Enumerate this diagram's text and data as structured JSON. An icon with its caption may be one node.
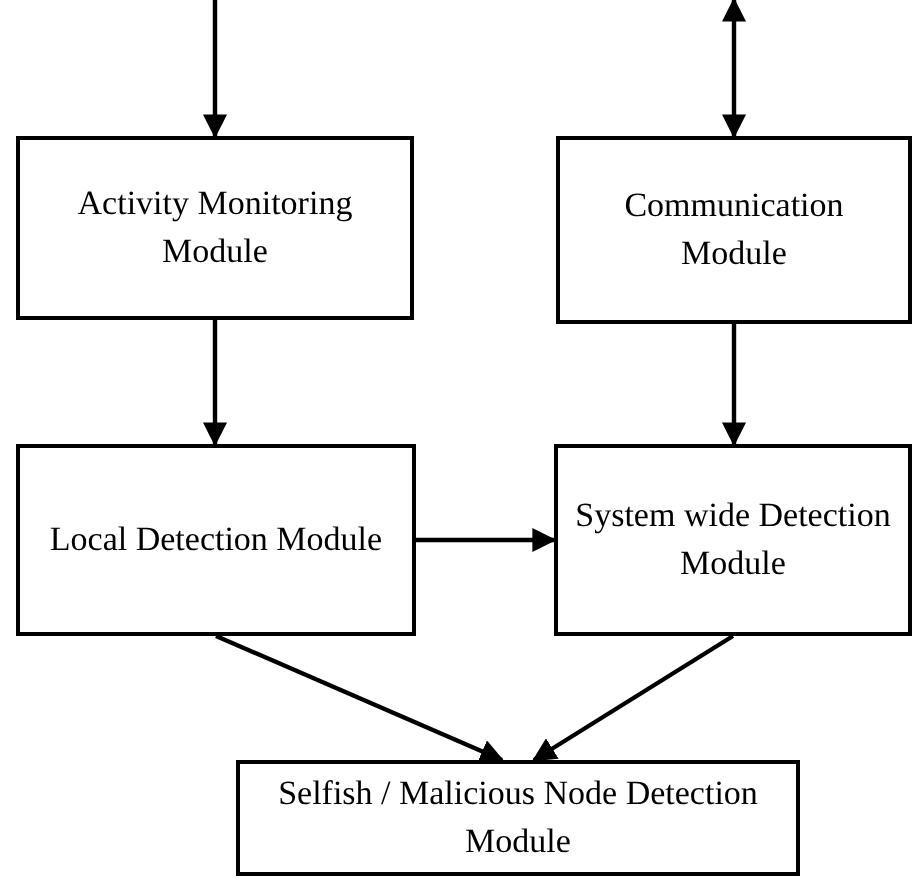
{
  "diagram": {
    "nodes": [
      {
        "text": [
          "Activity Monitoring Module"
        ]
      },
      {
        "text": [
          "Communication Module"
        ]
      },
      {
        "text": [
          "Local Detection Module"
        ]
      },
      {
        "text": [
          "System wide Detection Module"
        ]
      },
      {
        "text": [
          "Selfish / Malicious Node Detection Module"
        ]
      }
    ],
    "edges": [
      {
        "from": null,
        "to": 0,
        "arrow": "to"
      },
      {
        "from": null,
        "to": 1,
        "arrow": "both"
      },
      {
        "from": 0,
        "to": 2,
        "arrow": "to"
      },
      {
        "from": 1,
        "to": 3,
        "arrow": "to"
      },
      {
        "from": 2,
        "to": 3,
        "arrow": "to"
      },
      {
        "from": 2,
        "to": 4,
        "arrow": "to"
      },
      {
        "from": 3,
        "to": 4,
        "arrow": "to"
      }
    ]
  }
}
